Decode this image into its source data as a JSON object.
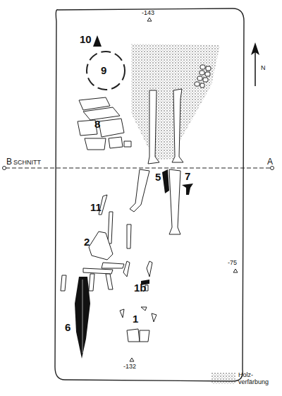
{
  "diagram": {
    "labels": [
      "10",
      "9",
      "8",
      "11",
      "5",
      "7",
      "2",
      "1b",
      "6",
      "1",
      "-143",
      "-75",
      "-132",
      "B",
      "SCHNITT",
      "A",
      "N"
    ],
    "legend": [
      {
        "text": "Holz- verfärbung"
      }
    ]
  }
}
